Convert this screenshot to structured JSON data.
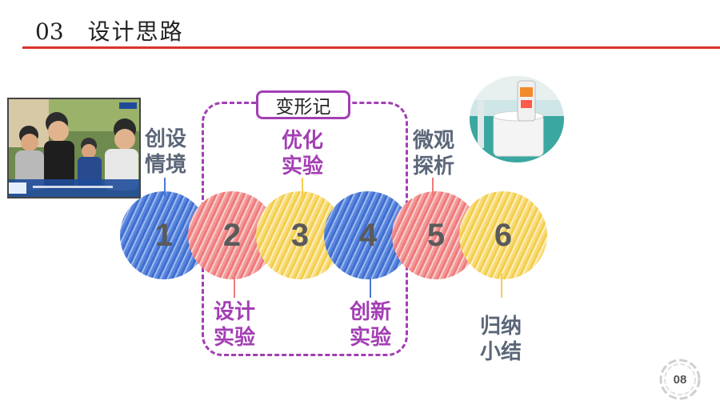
{
  "header": {
    "number": "03",
    "title": "设计思路"
  },
  "group_label": "变形记",
  "steps": [
    {
      "number": "1",
      "label": [
        "创设",
        "情境"
      ]
    },
    {
      "number": "2",
      "label": [
        "设计",
        "实验"
      ]
    },
    {
      "number": "3",
      "label": [
        "优化",
        "实验"
      ]
    },
    {
      "number": "4",
      "label": [
        "创新",
        "实验"
      ]
    },
    {
      "number": "5",
      "label": [
        "微观",
        "探析"
      ]
    },
    {
      "number": "6",
      "label": [
        "归纳",
        "小结"
      ]
    }
  ],
  "page_number": "08",
  "colors": {
    "accent_red": "#d9342b",
    "group_purple": "#a33eb4",
    "label_slate": "#5b6678",
    "blue": "#4a78d6",
    "red": "#f07a7a",
    "yellow": "#f5cd4d"
  }
}
